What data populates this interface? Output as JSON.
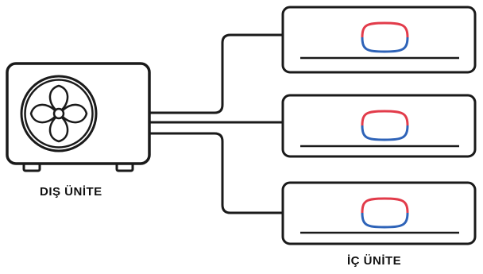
{
  "outdoor_unit": {
    "label": "DIŞ ÜNİTE",
    "icon": "fan-icon"
  },
  "indoor_units": {
    "label": "İÇ ÜNİTE",
    "count": 3,
    "indicator_colors": {
      "hot": "#e23b4a",
      "cold": "#2e63b8"
    }
  },
  "stroke_color": "#1a1a1a"
}
